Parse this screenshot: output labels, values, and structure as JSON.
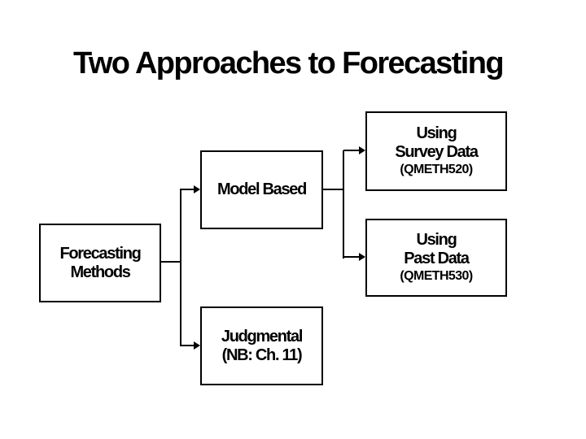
{
  "slide": {
    "title": "Two Approaches to Forecasting",
    "background_color": "#ffffff",
    "ink_color": "#000000"
  },
  "diagram": {
    "nodes": [
      {
        "id": "forecasting-methods",
        "lines": [
          "Forecasting",
          "Methods"
        ]
      },
      {
        "id": "model-based",
        "lines": [
          "Model Based"
        ]
      },
      {
        "id": "judgmental",
        "lines": [
          "Judgmental",
          "(NB: Ch. 11)"
        ]
      },
      {
        "id": "using-survey-data",
        "lines": [
          "Using",
          "Survey Data"
        ],
        "subline": "(QMETH520)"
      },
      {
        "id": "using-past-data",
        "lines": [
          "Using",
          "Past Data"
        ],
        "subline": "(QMETH530)"
      }
    ],
    "edges": [
      {
        "from": "forecasting-methods",
        "to": "model-based"
      },
      {
        "from": "forecasting-methods",
        "to": "judgmental"
      },
      {
        "from": "model-based",
        "to": "using-survey-data"
      },
      {
        "from": "model-based",
        "to": "using-past-data"
      }
    ]
  }
}
